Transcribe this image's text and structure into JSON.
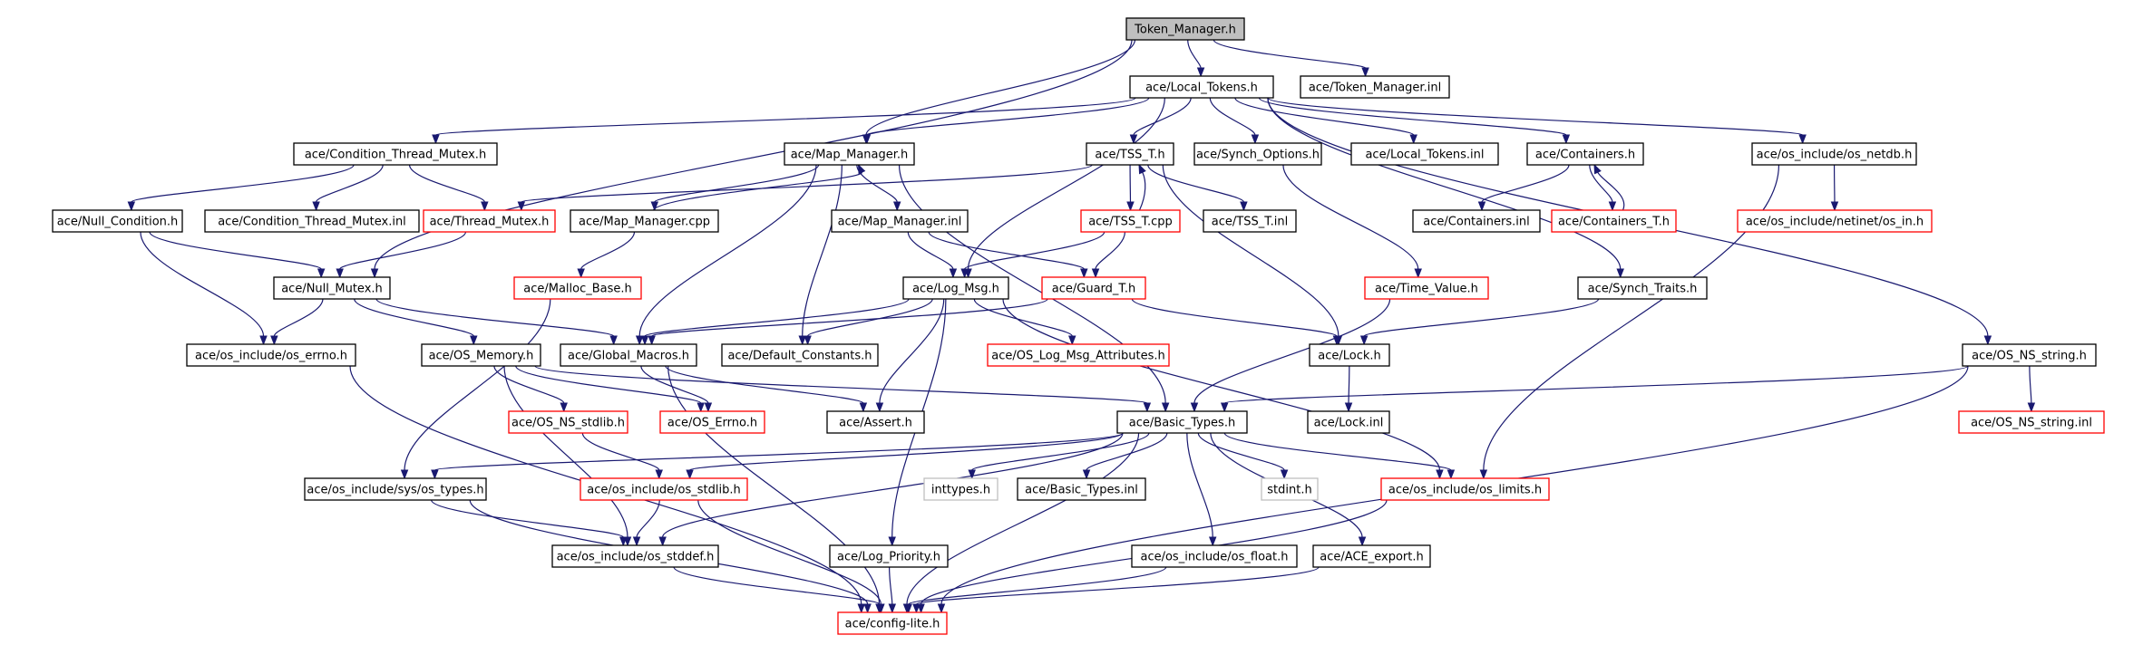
{
  "nodes": [
    {
      "id": "token_manager_h",
      "label": "Token_Manager.h",
      "style": "root"
    },
    {
      "id": "local_tokens_h",
      "label": "ace/Local_Tokens.h",
      "style": "normal"
    },
    {
      "id": "token_manager_inl",
      "label": "ace/Token_Manager.inl",
      "style": "normal"
    },
    {
      "id": "cond_thread_mutex_h",
      "label": "ace/Condition_Thread_Mutex.h",
      "style": "normal"
    },
    {
      "id": "map_manager_h",
      "label": "ace/Map_Manager.h",
      "style": "normal"
    },
    {
      "id": "tss_t_h",
      "label": "ace/TSS_T.h",
      "style": "normal"
    },
    {
      "id": "synch_options_h",
      "label": "ace/Synch_Options.h",
      "style": "normal"
    },
    {
      "id": "local_tokens_inl",
      "label": "ace/Local_Tokens.inl",
      "style": "normal"
    },
    {
      "id": "containers_h",
      "label": "ace/Containers.h",
      "style": "normal"
    },
    {
      "id": "os_netdb_h",
      "label": "ace/os_include/os_netdb.h",
      "style": "normal"
    },
    {
      "id": "null_condition_h",
      "label": "ace/Null_Condition.h",
      "style": "normal"
    },
    {
      "id": "cond_thread_mutex_inl",
      "label": "ace/Condition_Thread_Mutex.inl",
      "style": "normal"
    },
    {
      "id": "thread_mutex_h",
      "label": "ace/Thread_Mutex.h",
      "style": "red"
    },
    {
      "id": "map_manager_cpp",
      "label": "ace/Map_Manager.cpp",
      "style": "normal"
    },
    {
      "id": "tss_t_cpp",
      "label": "ace/TSS_T.cpp",
      "style": "red"
    },
    {
      "id": "tss_t_inl",
      "label": "ace/TSS_T.inl",
      "style": "normal"
    },
    {
      "id": "containers_inl",
      "label": "ace/Containers.inl",
      "style": "normal"
    },
    {
      "id": "containers_t_h",
      "label": "ace/Containers_T.h",
      "style": "red"
    },
    {
      "id": "netinet_os_in_h",
      "label": "ace/os_include/netinet/os_in.h",
      "style": "red"
    },
    {
      "id": "map_manager_inl",
      "label": "ace/Map_Manager.inl",
      "style": "normal"
    },
    {
      "id": "null_mutex_h",
      "label": "ace/Null_Mutex.h",
      "style": "normal"
    },
    {
      "id": "malloc_base_h",
      "label": "ace/Malloc_Base.h",
      "style": "red"
    },
    {
      "id": "log_msg_h",
      "label": "ace/Log_Msg.h",
      "style": "normal"
    },
    {
      "id": "guard_t_h",
      "label": "ace/Guard_T.h",
      "style": "red"
    },
    {
      "id": "time_value_h",
      "label": "ace/Time_Value.h",
      "style": "red"
    },
    {
      "id": "synch_traits_h",
      "label": "ace/Synch_Traits.h",
      "style": "normal"
    },
    {
      "id": "os_errno_h",
      "label": "ace/os_include/os_errno.h",
      "style": "normal"
    },
    {
      "id": "os_memory_h",
      "label": "ace/OS_Memory.h",
      "style": "normal"
    },
    {
      "id": "global_macros_h",
      "label": "ace/Global_Macros.h",
      "style": "normal"
    },
    {
      "id": "default_constants_h",
      "label": "ace/Default_Constants.h",
      "style": "normal"
    },
    {
      "id": "os_log_msg_attr_h",
      "label": "ace/OS_Log_Msg_Attributes.h",
      "style": "red"
    },
    {
      "id": "lock_h",
      "label": "ace/Lock.h",
      "style": "normal"
    },
    {
      "id": "os_ns_string_h",
      "label": "ace/OS_NS_string.h",
      "style": "normal"
    },
    {
      "id": "os_ns_stdlib_h",
      "label": "ace/OS_NS_stdlib.h",
      "style": "red"
    },
    {
      "id": "os_errno_ace_h",
      "label": "ace/OS_Errno.h",
      "style": "red"
    },
    {
      "id": "assert_h",
      "label": "ace/Assert.h",
      "style": "normal"
    },
    {
      "id": "basic_types_h",
      "label": "ace/Basic_Types.h",
      "style": "normal"
    },
    {
      "id": "lock_inl",
      "label": "ace/Lock.inl",
      "style": "normal"
    },
    {
      "id": "os_ns_string_inl",
      "label": "ace/OS_NS_string.inl",
      "style": "red"
    },
    {
      "id": "sys_os_types_h",
      "label": "ace/os_include/sys/os_types.h",
      "style": "normal"
    },
    {
      "id": "os_stdlib_h",
      "label": "ace/os_include/os_stdlib.h",
      "style": "red"
    },
    {
      "id": "inttypes_h",
      "label": "inttypes.h",
      "style": "grey"
    },
    {
      "id": "basic_types_inl",
      "label": "ace/Basic_Types.inl",
      "style": "normal"
    },
    {
      "id": "stdint_h",
      "label": "stdint.h",
      "style": "grey"
    },
    {
      "id": "os_limits_h",
      "label": "ace/os_include/os_limits.h",
      "style": "red"
    },
    {
      "id": "os_stddef_h",
      "label": "ace/os_include/os_stddef.h",
      "style": "normal"
    },
    {
      "id": "log_priority_h",
      "label": "ace/Log_Priority.h",
      "style": "normal"
    },
    {
      "id": "os_float_h",
      "label": "ace/os_include/os_float.h",
      "style": "normal"
    },
    {
      "id": "ace_export_h",
      "label": "ace/ACE_export.h",
      "style": "normal"
    },
    {
      "id": "config_lite_h",
      "label": "ace/config-lite.h",
      "style": "red"
    }
  ],
  "edges": [
    [
      "token_manager_h",
      "local_tokens_h"
    ],
    [
      "token_manager_h",
      "token_manager_inl"
    ],
    [
      "token_manager_h",
      "map_manager_h"
    ],
    [
      "token_manager_h",
      "null_mutex_h"
    ],
    [
      "local_tokens_h",
      "cond_thread_mutex_h"
    ],
    [
      "local_tokens_h",
      "map_manager_h"
    ],
    [
      "local_tokens_h",
      "tss_t_h"
    ],
    [
      "local_tokens_h",
      "synch_options_h"
    ],
    [
      "local_tokens_h",
      "local_tokens_inl"
    ],
    [
      "local_tokens_h",
      "containers_h"
    ],
    [
      "local_tokens_h",
      "os_netdb_h"
    ],
    [
      "local_tokens_h",
      "log_msg_h"
    ],
    [
      "local_tokens_h",
      "synch_traits_h"
    ],
    [
      "local_tokens_h",
      "os_ns_string_h"
    ],
    [
      "cond_thread_mutex_h",
      "null_condition_h"
    ],
    [
      "cond_thread_mutex_h",
      "cond_thread_mutex_inl"
    ],
    [
      "cond_thread_mutex_h",
      "thread_mutex_h"
    ],
    [
      "map_manager_h",
      "map_manager_cpp"
    ],
    [
      "map_manager_cpp",
      "map_manager_h"
    ],
    [
      "map_manager_h",
      "map_manager_inl"
    ],
    [
      "map_manager_h",
      "default_constants_h"
    ],
    [
      "map_manager_h",
      "global_macros_h"
    ],
    [
      "map_manager_h",
      "basic_types_h"
    ],
    [
      "tss_t_h",
      "tss_t_cpp"
    ],
    [
      "tss_t_cpp",
      "tss_t_h"
    ],
    [
      "tss_t_h",
      "tss_t_inl"
    ],
    [
      "tss_t_h",
      "thread_mutex_h"
    ],
    [
      "tss_t_h",
      "lock_h"
    ],
    [
      "synch_options_h",
      "time_value_h"
    ],
    [
      "containers_h",
      "containers_inl"
    ],
    [
      "containers_h",
      "containers_t_h"
    ],
    [
      "containers_t_h",
      "containers_h"
    ],
    [
      "os_netdb_h",
      "netinet_os_in_h"
    ],
    [
      "os_netdb_h",
      "os_limits_h"
    ],
    [
      "null_condition_h",
      "null_mutex_h"
    ],
    [
      "null_condition_h",
      "os_errno_h"
    ],
    [
      "thread_mutex_h",
      "null_mutex_h"
    ],
    [
      "map_manager_cpp",
      "malloc_base_h"
    ],
    [
      "tss_t_cpp",
      "log_msg_h"
    ],
    [
      "tss_t_cpp",
      "guard_t_h"
    ],
    [
      "map_manager_inl",
      "log_msg_h"
    ],
    [
      "map_manager_inl",
      "guard_t_h"
    ],
    [
      "null_mutex_h",
      "os_errno_h"
    ],
    [
      "null_mutex_h",
      "os_memory_h"
    ],
    [
      "null_mutex_h",
      "global_macros_h"
    ],
    [
      "malloc_base_h",
      "sys_os_types_h"
    ],
    [
      "log_msg_h",
      "global_macros_h"
    ],
    [
      "log_msg_h",
      "default_constants_h"
    ],
    [
      "log_msg_h",
      "os_log_msg_attr_h"
    ],
    [
      "log_msg_h",
      "assert_h"
    ],
    [
      "log_msg_h",
      "log_priority_h"
    ],
    [
      "log_msg_h",
      "os_limits_h"
    ],
    [
      "guard_t_h",
      "global_macros_h"
    ],
    [
      "guard_t_h",
      "lock_h"
    ],
    [
      "time_value_h",
      "basic_types_h"
    ],
    [
      "synch_traits_h",
      "lock_h"
    ],
    [
      "os_errno_h",
      "config_lite_h"
    ],
    [
      "os_memory_h",
      "os_ns_stdlib_h"
    ],
    [
      "os_memory_h",
      "os_errno_ace_h"
    ],
    [
      "os_memory_h",
      "basic_types_h"
    ],
    [
      "os_memory_h",
      "os_stddef_h"
    ],
    [
      "global_macros_h",
      "os_errno_ace_h"
    ],
    [
      "global_macros_h",
      "assert_h"
    ],
    [
      "global_macros_h",
      "config_lite_h"
    ],
    [
      "lock_h",
      "lock_inl"
    ],
    [
      "os_ns_string_h",
      "basic_types_h"
    ],
    [
      "os_ns_string_h",
      "os_ns_string_inl"
    ],
    [
      "os_ns_string_h",
      "config_lite_h"
    ],
    [
      "os_ns_stdlib_h",
      "os_stdlib_h"
    ],
    [
      "basic_types_h",
      "sys_os_types_h"
    ],
    [
      "basic_types_h",
      "os_stdlib_h"
    ],
    [
      "basic_types_h",
      "inttypes_h"
    ],
    [
      "basic_types_h",
      "basic_types_inl"
    ],
    [
      "basic_types_h",
      "stdint_h"
    ],
    [
      "basic_types_h",
      "os_limits_h"
    ],
    [
      "basic_types_h",
      "os_stddef_h"
    ],
    [
      "basic_types_h",
      "os_float_h"
    ],
    [
      "basic_types_h",
      "ace_export_h"
    ],
    [
      "basic_types_h",
      "config_lite_h"
    ],
    [
      "sys_os_types_h",
      "os_stddef_h"
    ],
    [
      "sys_os_types_h",
      "config_lite_h"
    ],
    [
      "os_stdlib_h",
      "os_stddef_h"
    ],
    [
      "os_stdlib_h",
      "config_lite_h"
    ],
    [
      "os_limits_h",
      "config_lite_h"
    ],
    [
      "os_stddef_h",
      "config_lite_h"
    ],
    [
      "log_priority_h",
      "config_lite_h"
    ],
    [
      "os_float_h",
      "config_lite_h"
    ],
    [
      "ace_export_h",
      "config_lite_h"
    ]
  ],
  "colors": {
    "edge": "#191970",
    "root_fill": "#bfbfbf",
    "root_border": "#000000",
    "normal_border": "#000000",
    "red_border": "#ff0000",
    "grey_border": "#bfbfbf",
    "fill": "#ffffff"
  }
}
